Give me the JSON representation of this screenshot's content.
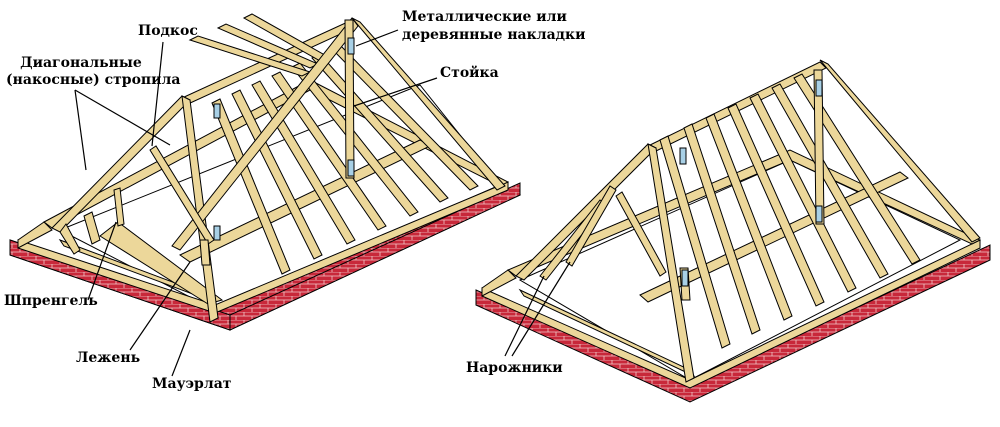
{
  "labels": {
    "podkos": "Подкос",
    "diagonal_line1": "Диагональные",
    "diagonal_line2": "(накосные) стропила",
    "shprengel": "Шпренгель",
    "lezhen": "Лежень",
    "mauerlat": "Мауэрлат",
    "plates_line1": "Металлические или",
    "plates_line2": "деревянные накладки",
    "stoyka": "Стойка",
    "narozhniki": "Нарожники"
  },
  "colors": {
    "brick": "#c8283a",
    "brick_mortar": "#f0c8c8",
    "timber": "#ecd79a",
    "timber_dark": "#c9a85a",
    "metal_plate": "#a8d0e6",
    "outline": "#000000"
  }
}
